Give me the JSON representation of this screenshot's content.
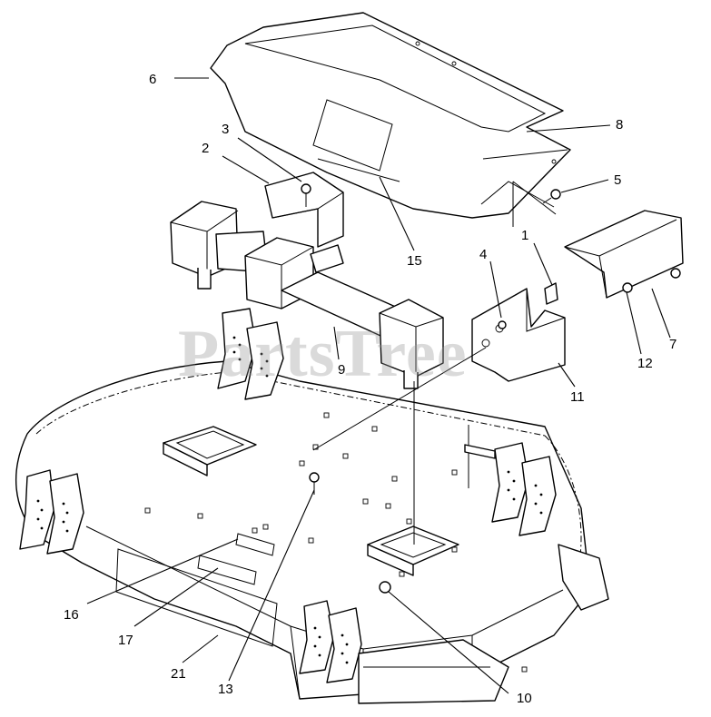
{
  "watermark": {
    "text": "PartsTree"
  },
  "callouts": [
    {
      "id": "6",
      "text": "6"
    },
    {
      "id": "3",
      "text": "3"
    },
    {
      "id": "2",
      "text": "2"
    },
    {
      "id": "8",
      "text": "8"
    },
    {
      "id": "5",
      "text": "5"
    },
    {
      "id": "15",
      "text": "15"
    },
    {
      "id": "1",
      "text": "1"
    },
    {
      "id": "4",
      "text": "4"
    },
    {
      "id": "9",
      "text": "9"
    },
    {
      "id": "7",
      "text": "7"
    },
    {
      "id": "12",
      "text": "12"
    },
    {
      "id": "11",
      "text": "11"
    },
    {
      "id": "16",
      "text": "16"
    },
    {
      "id": "17",
      "text": "17"
    },
    {
      "id": "21",
      "text": "21"
    },
    {
      "id": "13",
      "text": "13"
    },
    {
      "id": "10",
      "text": "10"
    }
  ]
}
